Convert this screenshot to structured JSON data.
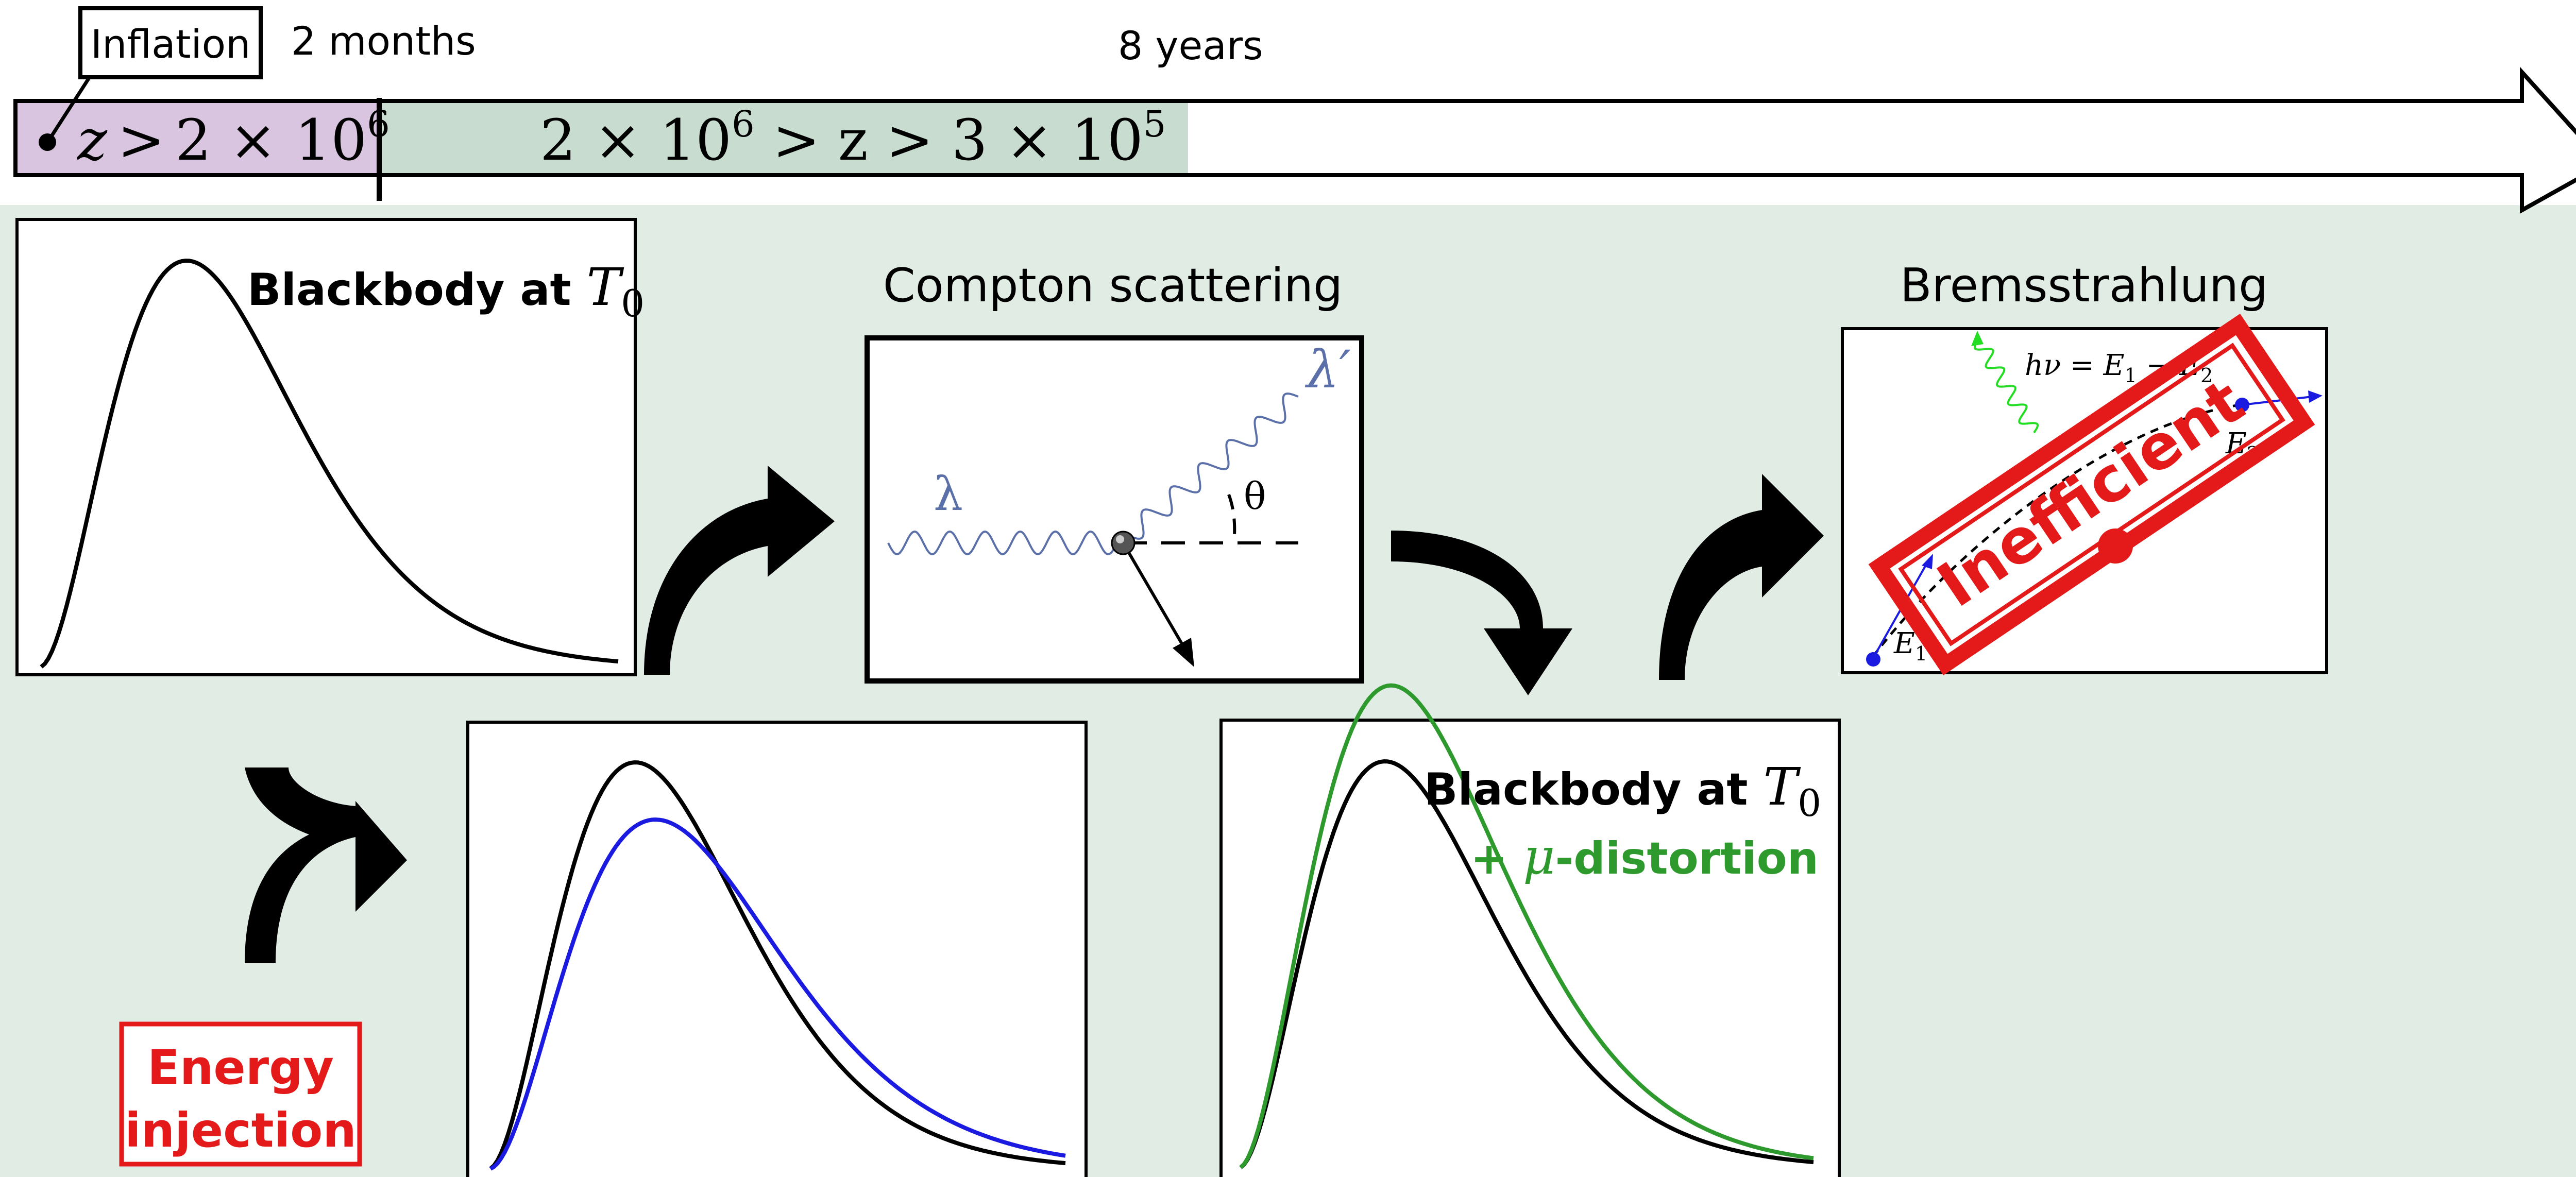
{
  "timeline": {
    "inflation_label": "Inflation",
    "label_2months": "2 months",
    "label_8years": "8 years",
    "phase1": {
      "lhs": "z",
      "op": ">",
      "num": "2 × 10",
      "exp": "6"
    },
    "phase2": {
      "a": "2 × 10",
      "a_exp": "6",
      "mid": " > z > 3 × 10",
      "b_exp": "5"
    }
  },
  "panels": {
    "blackbody_title": "Blackbody at ",
    "blackbody_T": "T",
    "blackbody_sub": "0",
    "compton_title": "Compton scattering",
    "compton_lambda": "λ",
    "compton_lambda_prime": "λ′",
    "compton_theta": "θ",
    "brems_title": "Bremsstrahlung",
    "brems_formula": "hν = E",
    "brems_sub1": "1",
    "brems_minus": " − E",
    "brems_sub2": "2",
    "brems_E1": "E",
    "brems_E1_sub": "1",
    "brems_E2": "E",
    "brems_E2_sub": "2",
    "stamp": "Inefficient",
    "result_title": "Blackbody at ",
    "result_T": "T",
    "result_sub": "0",
    "mu_plus": "+ ",
    "mu_symbol": "μ",
    "mu_rest": "-distortion",
    "energy_line1": "Energy",
    "energy_line2": "injection"
  },
  "colors": {
    "phase1_bg": "#d9c5df",
    "phase2_bg": "#c8ddd0",
    "lower_bg": "#e1ece5",
    "blue_curve": "#1a1ae0",
    "green_curve": "#2e9a2e",
    "red": "#e41a1a",
    "photon": "#5b6fa8"
  },
  "chart_data": [
    {
      "type": "line",
      "series": [
        {
          "values": []
        }
      ]
    },
    {
      "type": "line",
      "series": [
        {
          "values": []
        },
        {
          "values": []
        }
      ]
    },
    {
      "type": "line",
      "series": [
        {
          "values": []
        },
        {
          "values": []
        }
      ]
    }
  ]
}
